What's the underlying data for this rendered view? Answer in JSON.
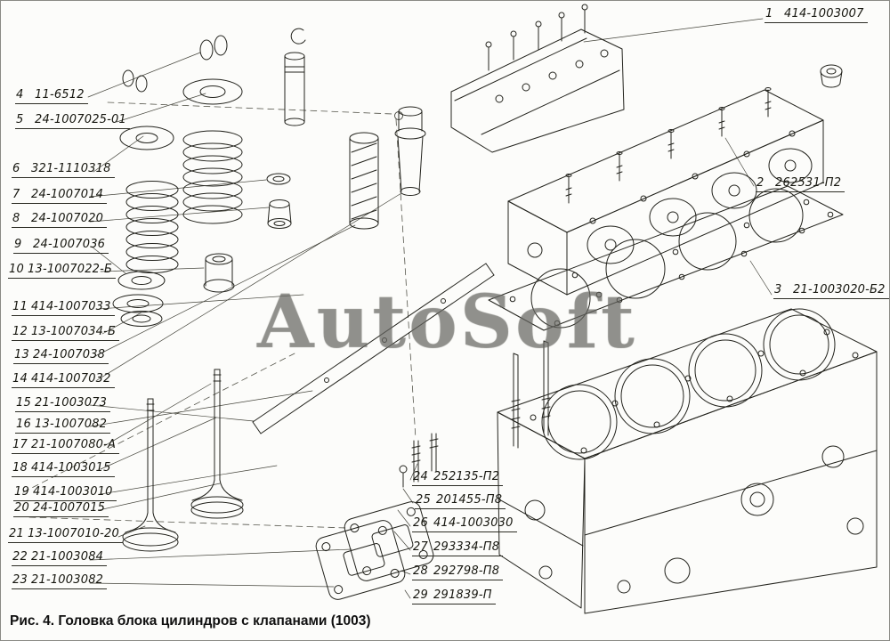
{
  "caption": "Рис. 4. Головка блока цилиндров с клапанами (1003)",
  "watermark": "AutoSoft",
  "colors": {
    "ink": "#23231d",
    "watermark": "#76706e"
  },
  "labels": {
    "left": [
      {
        "num": "4",
        "part": "11-6512"
      },
      {
        "num": "5",
        "part": "24-1007025-01"
      },
      {
        "num": "6",
        "part": "321-1110318"
      },
      {
        "num": "7",
        "part": "24-1007014"
      },
      {
        "num": "8",
        "part": "24-1007020"
      },
      {
        "num": "9",
        "part": "24-1007036"
      },
      {
        "num": "10",
        "part": "13-1007022-Б"
      },
      {
        "num": "11",
        "part": "414-1007033"
      },
      {
        "num": "12",
        "part": "13-1007034-Б"
      },
      {
        "num": "13",
        "part": "24-1007038"
      },
      {
        "num": "14",
        "part": "414-1007032"
      },
      {
        "num": "15",
        "part": "21-1003073"
      },
      {
        "num": "16",
        "part": "13-1007082"
      },
      {
        "num": "17",
        "part": "21-1007080-А"
      },
      {
        "num": "18",
        "part": "414-1003015"
      },
      {
        "num": "19",
        "part": "414-1003010"
      },
      {
        "num": "20",
        "part": "24-1007015"
      },
      {
        "num": "21",
        "part": "13-1007010-20"
      },
      {
        "num": "22",
        "part": "21-1003084"
      },
      {
        "num": "23",
        "part": "21-1003082"
      }
    ],
    "right": [
      {
        "num": "1",
        "part": "414-1003007"
      },
      {
        "num": "2",
        "part": "262531-П2"
      },
      {
        "num": "3",
        "part": "21-1003020-Б2"
      }
    ],
    "bottom_right": [
      {
        "num": "24",
        "part": "252135-П2"
      },
      {
        "num": "25",
        "part": "201455-П8"
      },
      {
        "num": "26",
        "part": "414-1003030"
      },
      {
        "num": "27",
        "part": "293334-П8"
      },
      {
        "num": "28",
        "part": "292798-П8"
      },
      {
        "num": "29",
        "part": "291839-П"
      }
    ]
  }
}
